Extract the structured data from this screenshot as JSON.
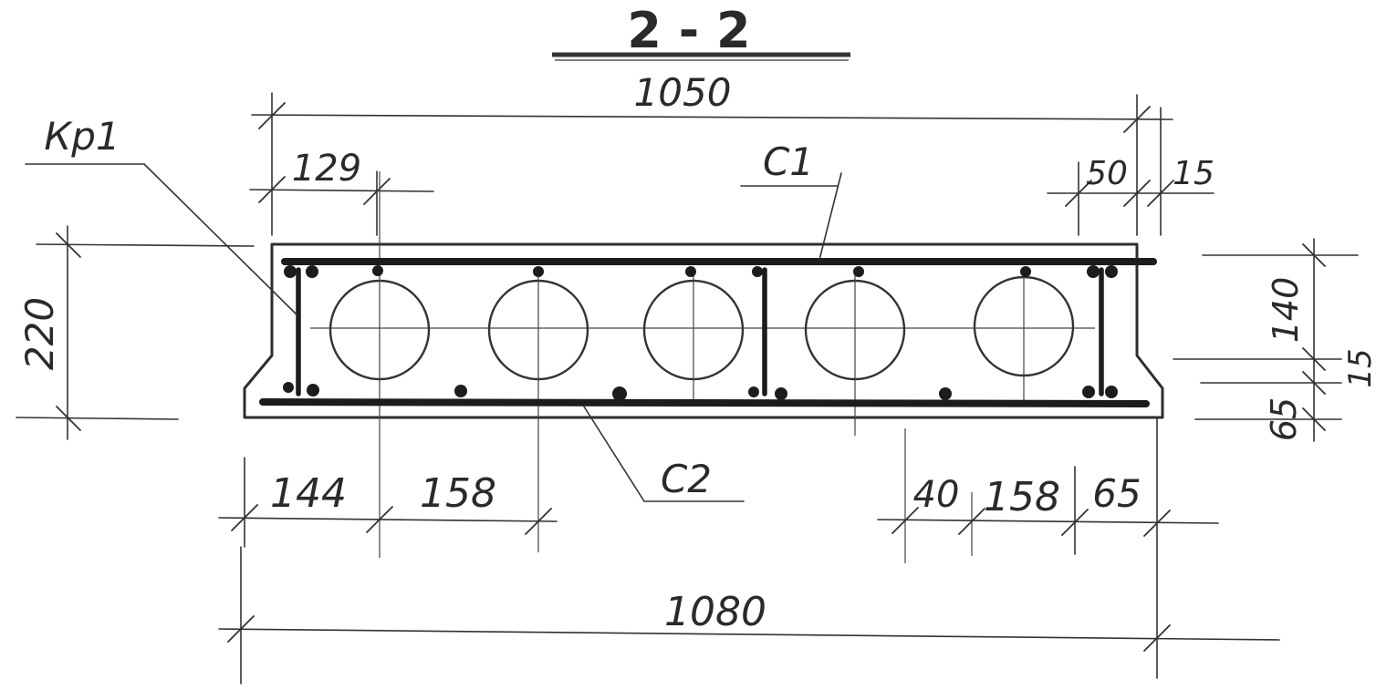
{
  "section_title": "2 - 2",
  "dimensions": {
    "top_total": "1050",
    "top_left": "129",
    "top_right_a": "50",
    "top_right_b": "15",
    "height": "220",
    "right_upper": "140",
    "right_middle": "15",
    "right_lower": "65",
    "bottom_left_a": "144",
    "bottom_left_b": "158",
    "bottom_right_a": "40",
    "bottom_right_b": "158",
    "bottom_right_c": "65",
    "bottom_total": "1080"
  },
  "labels": {
    "frame": "Кр1",
    "top_mesh": "С1",
    "bottom_mesh": "С2"
  }
}
